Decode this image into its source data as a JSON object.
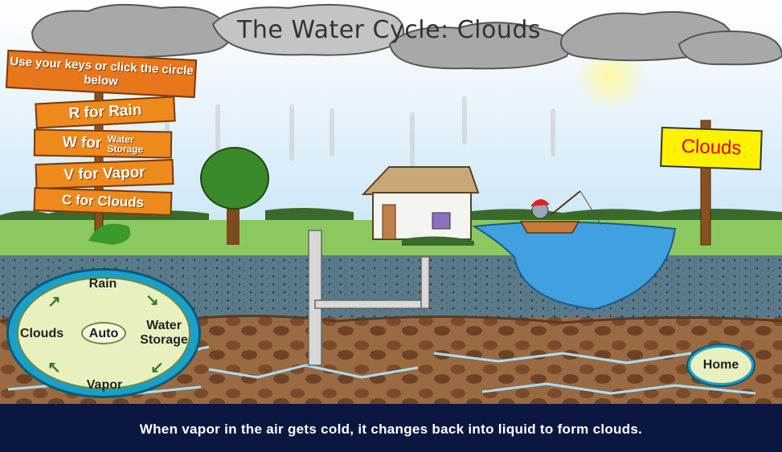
{
  "scene": {
    "title": "The Water Cycle: Clouds",
    "current_stage_sign": "Clouds"
  },
  "key_signs": {
    "header": "Use your keys or click the circle below",
    "rain": "R for Rain",
    "water_w": "W for",
    "water_sub_1": "Water",
    "water_sub_2": "Storage",
    "vapor": "V for Vapor",
    "clouds": "C for Clouds"
  },
  "cycle_wheel": {
    "rain": "Rain",
    "water_storage_1": "Water",
    "water_storage_2": "Storage",
    "vapor": "Vapor",
    "clouds": "Clouds",
    "auto": "Auto"
  },
  "nav": {
    "home": "Home"
  },
  "caption": "When vapor in the air gets cold, it changes back into liquid to form clouds.",
  "colors": {
    "sky": "#d8ecf8",
    "grass": "#8cc860",
    "soil": "#8a5a3a",
    "pond": "#40a0e0",
    "sign_orange": "#ee8a1c",
    "caption_bg": "#0b1740"
  }
}
